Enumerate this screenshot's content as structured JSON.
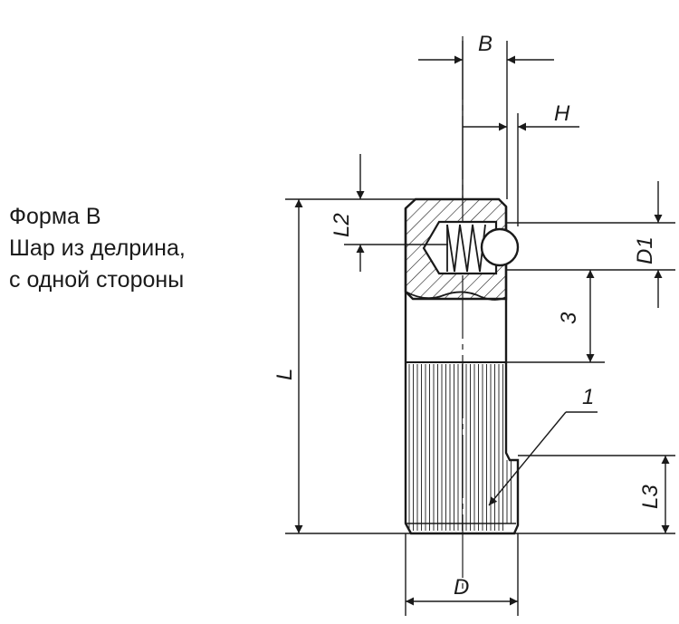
{
  "caption": {
    "line1": "Форма B",
    "line2": "Шар из делрина,",
    "line3": "с одной стороны"
  },
  "labels": {
    "B": "B",
    "H": "H",
    "L2": "L2",
    "D1": "D1",
    "L": "L",
    "three": "3",
    "one": "1",
    "L3": "L3",
    "D": "D"
  },
  "colors": {
    "ink": "#1a1a1a",
    "background": "#ffffff"
  }
}
